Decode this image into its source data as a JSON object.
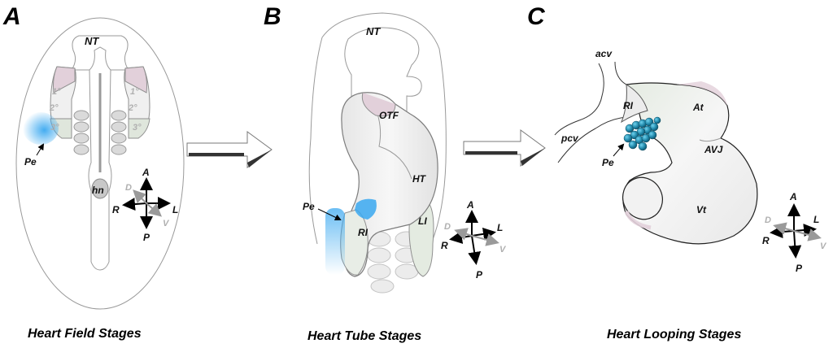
{
  "panels": {
    "a": {
      "letter": "A",
      "caption": "Heart Field Stages",
      "labels": {
        "nt": "NT",
        "first_left": "1°",
        "second_left": "2°",
        "third_left": "3°",
        "first_right": "1°",
        "second_right": "2°",
        "third_right": "3°",
        "pe": "Pe",
        "hn": "hn"
      },
      "axes": {
        "a": "A",
        "p": "P",
        "r": "R",
        "l": "L",
        "d": "D",
        "v": "V"
      }
    },
    "b": {
      "letter": "B",
      "caption": "Heart Tube Stages",
      "labels": {
        "nt": "NT",
        "otf": "OTF",
        "ht": "HT",
        "pe": "Pe",
        "ri": "RI",
        "li": "LI"
      },
      "axes": {
        "a": "A",
        "p": "P",
        "r": "R",
        "l": "L",
        "d": "D",
        "v": "V"
      }
    },
    "c": {
      "letter": "C",
      "caption": "Heart Looping Stages",
      "labels": {
        "acv": "acv",
        "pcv": "pcv",
        "ri": "RI",
        "at": "At",
        "avj": "AVJ",
        "pe": "Pe",
        "vt": "Vt"
      },
      "axes": {
        "a": "A",
        "p": "P",
        "r": "R",
        "l": "L",
        "d": "D",
        "v": "V"
      }
    }
  },
  "colors": {
    "proepicardium_blue": "#3aa8f0",
    "pe_cluster_teal": "#1c7a99",
    "first_field_pink": "#e2d0da",
    "third_field_green": "#dfe6dc",
    "transition_arrow_dark": "#333333"
  }
}
